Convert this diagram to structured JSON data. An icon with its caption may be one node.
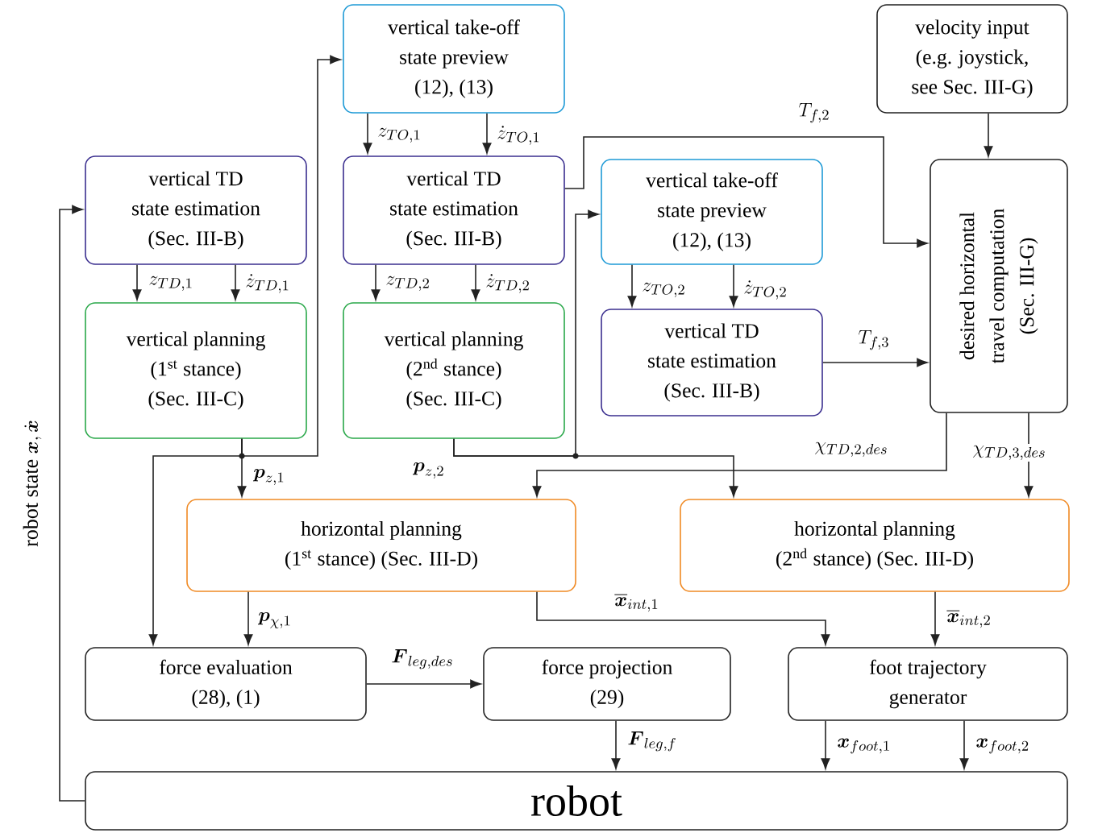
{
  "diagram": {
    "nodes": [
      {
        "text": [
          "vertical take-off state preview",
          "(12), (13)"
        ]
      },
      {
        "text": [
          "velocity input",
          "(e.g. joystick, see Sec. III-G)"
        ]
      },
      {
        "text": [
          "vertical TD state estimation",
          "(Sec. III-B)"
        ]
      },
      {
        "text": [
          "vertical TD state estimation",
          "(Sec. III-B)"
        ]
      },
      {
        "text": [
          "vertical take-off state preview",
          "(12), (13)"
        ]
      },
      {
        "text": [
          "desired horizontal travel computation",
          "(Sec. III-G)"
        ]
      },
      {
        "text": [
          "vertical planning",
          "(1$^{st}$ stance)",
          "(Sec. III-C)"
        ]
      },
      {
        "text": [
          "vertical planning",
          "(2$^{nd}$ stance)",
          "(Sec. III-C)"
        ]
      },
      {
        "text": [
          "vertical TD state estimation",
          "(Sec. III-B)"
        ]
      },
      {
        "text": [
          "horizontal planning",
          "(1$^{st}$ stance) (Sec. III-D)"
        ]
      },
      {
        "text": [
          "horizontal planning",
          "(2$^{nd}$ stance) (Sec. III-D)"
        ]
      },
      {
        "text": [
          "force evaluation",
          "(28), (1)"
        ]
      },
      {
        "text": [
          "force projection",
          "(29)"
        ]
      },
      {
        "text": [
          "foot trajectory generator"
        ]
      },
      {
        "text": [
          "robot"
        ]
      }
    ],
    "edges": [
      {
        "from": 2,
        "to": 6,
        "arrow": "to",
        "label": "z_{TD,1}"
      },
      {
        "from": 2,
        "to": 6,
        "arrow": "to",
        "label": "\\dot{z}_{TD,1}"
      },
      {
        "from": 0,
        "to": 3,
        "arrow": "to",
        "label": "z_{TO,1}"
      },
      {
        "from": 0,
        "to": 3,
        "arrow": "to",
        "label": "\\dot{z}_{TO,1}"
      },
      {
        "from": 3,
        "to": 7,
        "arrow": "to",
        "label": "z_{TD,2}"
      },
      {
        "from": 3,
        "to": 7,
        "arrow": "to",
        "label": "\\dot{z}_{TD,2}"
      },
      {
        "from": 4,
        "to": 8,
        "arrow": "to",
        "label": "z_{TO,2}"
      },
      {
        "from": 4,
        "to": 8,
        "arrow": "to",
        "label": "\\dot{z}_{TO,2}"
      },
      {
        "from": 3,
        "to": 5,
        "arrow": "to",
        "label": "T_{f,2}"
      },
      {
        "from": 8,
        "to": 5,
        "arrow": "to",
        "label": "T_{f,3}"
      },
      {
        "from": 1,
        "to": 5,
        "arrow": "to"
      },
      {
        "from": 6,
        "to": 9,
        "arrow": "to",
        "label": "\\boldsymbol{p}_{z,1}"
      },
      {
        "from": 6,
        "to": 11,
        "arrow": "to"
      },
      {
        "from": 6,
        "to": 0,
        "arrow": "to"
      },
      {
        "from": 7,
        "to": 4,
        "arrow": "to",
        "label": "\\boldsymbol{p}_{z,2}"
      },
      {
        "from": 7,
        "to": 10,
        "arrow": "to"
      },
      {
        "from": 5,
        "to": 9,
        "arrow": "to",
        "label": "\\chi_{TD,2,des}"
      },
      {
        "from": 5,
        "to": 10,
        "arrow": "to",
        "label": "\\chi_{TD,3,des}"
      },
      {
        "from": 9,
        "to": 11,
        "arrow": "to",
        "label": "\\boldsymbol{p}_{\\chi,1}"
      },
      {
        "from": 9,
        "to": 13,
        "arrow": "to",
        "label": "\\overline{\\boldsymbol{x}}_{int,1}"
      },
      {
        "from": 10,
        "to": 13,
        "arrow": "to",
        "label": "\\overline{\\boldsymbol{x}}_{int,2}"
      },
      {
        "from": 11,
        "to": 12,
        "arrow": "to",
        "label": "\\boldsymbol{F}_{leg,des}"
      },
      {
        "from": 12,
        "to": 14,
        "arrow": "to",
        "label": "\\boldsymbol{F}_{leg,f}"
      },
      {
        "from": 13,
        "to": 14,
        "arrow": "to",
        "label": "\\boldsymbol{x}_{foot,1}"
      },
      {
        "from": 13,
        "to": 14,
        "arrow": "to",
        "label": "\\boldsymbol{x}_{foot,2}"
      },
      {
        "from": 14,
        "to": 2,
        "arrow": "to",
        "label": "\\text{robot state }\\boldsymbol{x},\\dot{\\boldsymbol{x}}"
      }
    ]
  }
}
